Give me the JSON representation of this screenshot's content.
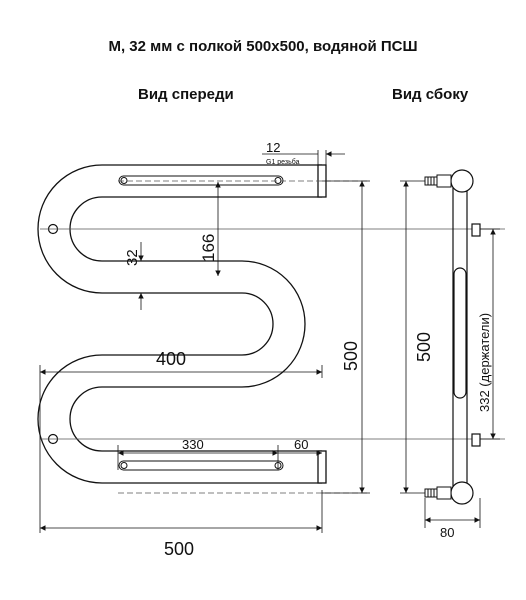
{
  "title": "М, 32 мм с полкой 500х500, водяной ПСШ",
  "front_label": "Вид спереди",
  "side_label": "Вид сбоку",
  "dims": {
    "d12": "12",
    "thread": "G1 резьба",
    "d166": "166",
    "d32": "32",
    "d400": "400",
    "d500_front": "500",
    "d330": "330",
    "d60": "60",
    "d500_bottom": "500",
    "d500_side": "500",
    "d332": "332 (держатели)",
    "d80": "80"
  },
  "colors": {
    "line": "#111111",
    "centerline": "#555555"
  }
}
